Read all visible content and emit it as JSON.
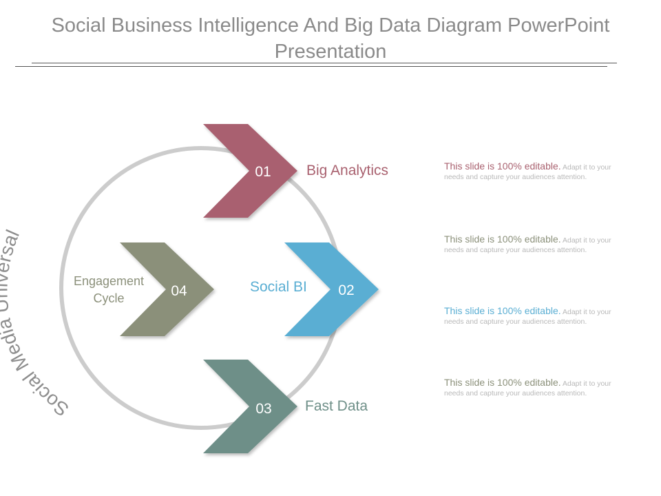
{
  "title": "Social Business Intelligence And Big Data Diagram PowerPoint Presentation",
  "arc_label": "Social Media Universal",
  "colors": {
    "step1": "#a9616f",
    "step2": "#5aaed3",
    "step3": "#6e8f88",
    "step4": "#8b907a",
    "ring": "#cccccc"
  },
  "steps": [
    {
      "number": "01",
      "label": "Big Analytics"
    },
    {
      "number": "02",
      "label": "Social BI"
    },
    {
      "number": "03",
      "label": "Fast Data"
    },
    {
      "number": "04",
      "label": "Engagement Cycle"
    }
  ],
  "descriptions": [
    {
      "lead": "This slide is 100% editable.",
      "body": "Adapt it to your needs and capture your audiences attention."
    },
    {
      "lead": "This slide is 100% editable.",
      "body": "Adapt it to your needs and capture your audiences attention."
    },
    {
      "lead": "This slide is 100% editable.",
      "body": "Adapt it to your needs and capture your audiences attention."
    },
    {
      "lead": "This slide is 100% editable.",
      "body": "Adapt it to your needs and capture your audiences attention."
    }
  ]
}
